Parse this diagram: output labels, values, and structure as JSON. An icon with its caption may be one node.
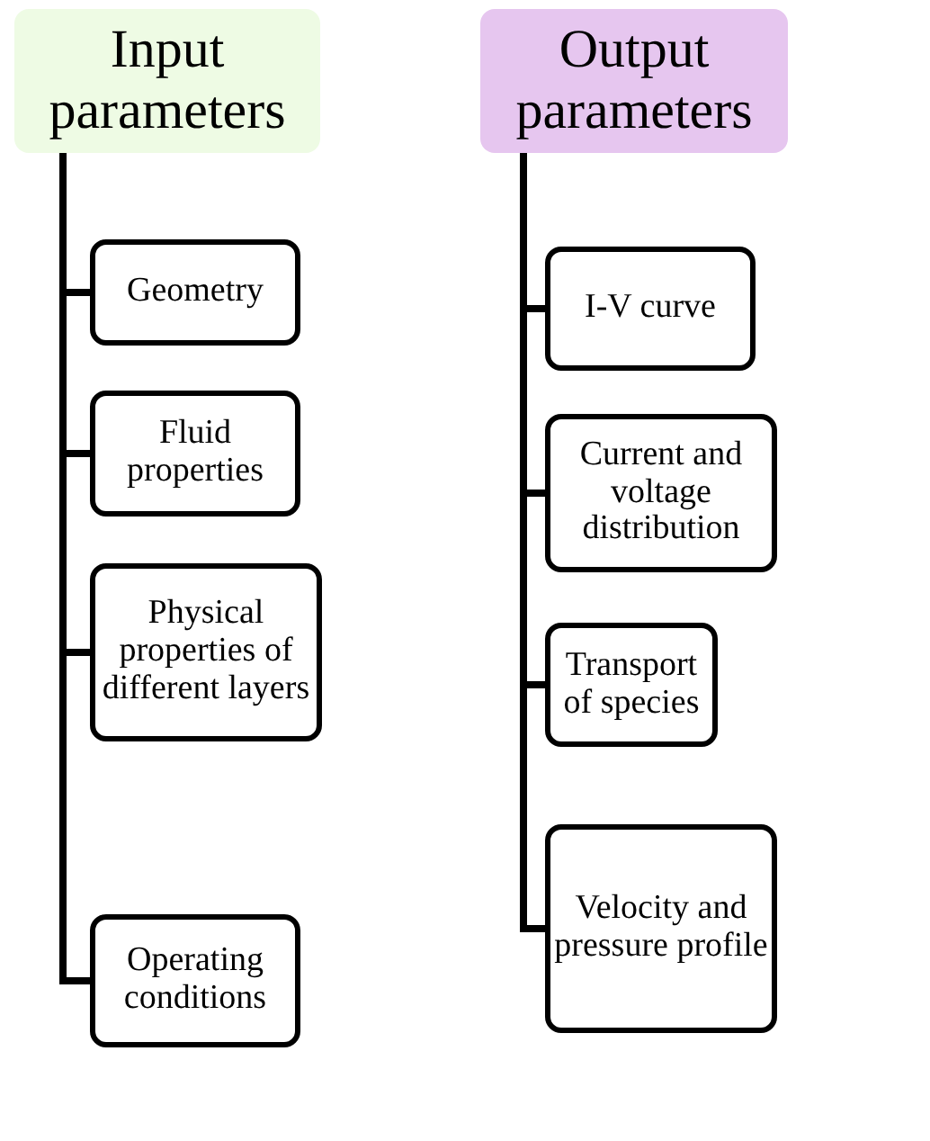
{
  "diagram": {
    "nodes": [
      {
        "text": [
          "Input parameters"
        ]
      },
      {
        "text": [
          "Geometry"
        ]
      },
      {
        "text": [
          "Fluid properties"
        ]
      },
      {
        "text": [
          "Physical properties of different layers"
        ]
      },
      {
        "text": [
          "Operating conditions"
        ]
      },
      {
        "text": [
          "Output parameters"
        ]
      },
      {
        "text": [
          "I-V curve"
        ]
      },
      {
        "text": [
          "Current and voltage distribution"
        ]
      },
      {
        "text": [
          "Transport of species"
        ]
      },
      {
        "text": [
          "Velocity and pressure profile"
        ]
      }
    ],
    "edges": [
      {
        "from": 0,
        "to": 1,
        "arrow": "none"
      },
      {
        "from": 0,
        "to": 2,
        "arrow": "none"
      },
      {
        "from": 0,
        "to": 3,
        "arrow": "none"
      },
      {
        "from": 0,
        "to": 4,
        "arrow": "none"
      },
      {
        "from": 5,
        "to": 6,
        "arrow": "none"
      },
      {
        "from": 5,
        "to": 7,
        "arrow": "none"
      },
      {
        "from": 5,
        "to": 8,
        "arrow": "none"
      },
      {
        "from": 5,
        "to": 9,
        "arrow": "none"
      }
    ]
  }
}
